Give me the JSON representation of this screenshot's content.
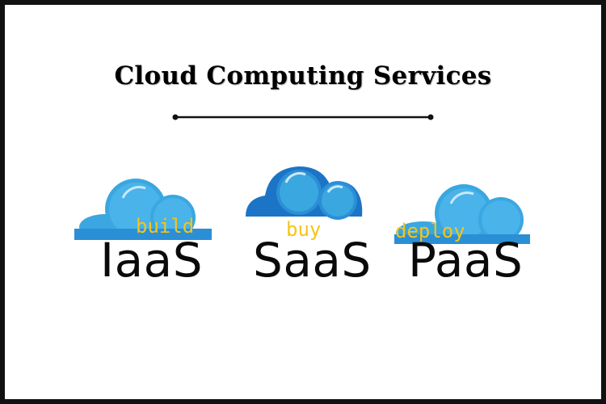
{
  "title": "Cloud Computing Services",
  "colors": {
    "frame": "#111111",
    "cloud_light": "#3aa7e0",
    "cloud_mid": "#2b8fd6",
    "cloud_dark": "#1c74c6",
    "verb_text": "#f5c518",
    "label_text": "#0a0a0a"
  },
  "services": [
    {
      "name": "IaaS",
      "verb": "build",
      "icon": "cloud-icon"
    },
    {
      "name": "SaaS",
      "verb": "buy",
      "icon": "cloud-icon"
    },
    {
      "name": "PaaS",
      "verb": "deploy",
      "icon": "cloud-icon"
    }
  ]
}
